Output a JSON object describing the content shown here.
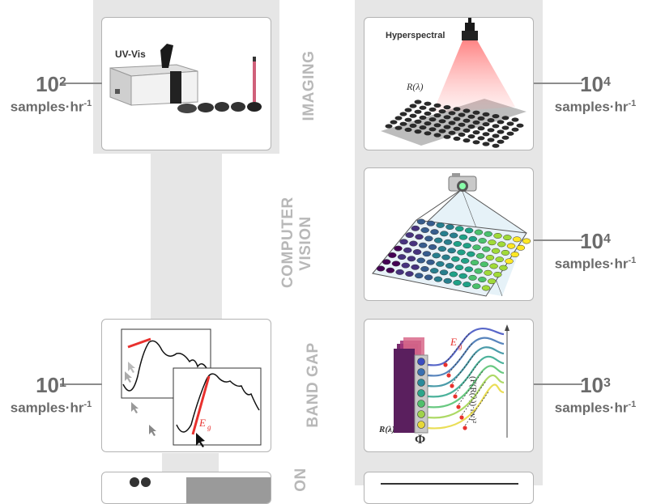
{
  "colors": {
    "band": "#e6e6e6",
    "panel_border": "#b3b3b3",
    "label_gray": "#b8b8b8",
    "rate_gray": "#6b6b6b",
    "accent_red": "#e8312e"
  },
  "sections": {
    "imaging": "IMAGING",
    "computer_vision_line1": "COMPUTER",
    "computer_vision_line2": "VISION",
    "band_gap": "BAND GAP",
    "next_partial": "ON"
  },
  "panels": {
    "uvvis_label": "UV-Vis",
    "hyperspectral_label": "Hyperspectral",
    "reflectance_symbol": "R(λ)",
    "bandgap_symbol": "E",
    "bandgap_subscript": "g",
    "phi_symbol": "Φ",
    "axis_formula": "(F(R(λ))·hν)²"
  },
  "rates": {
    "uvvis": {
      "base": "10",
      "exp": "2",
      "unit": "samples·hr",
      "unit_exp": "-1"
    },
    "imaging": {
      "base": "10",
      "exp": "4",
      "unit": "samples·hr",
      "unit_exp": "-1"
    },
    "vision": {
      "base": "10",
      "exp": "4",
      "unit": "samples·hr",
      "unit_exp": "-1"
    },
    "manual_bandgap": {
      "base": "10",
      "exp": "1",
      "unit": "samples·hr",
      "unit_exp": "-1"
    },
    "auto_bandgap": {
      "base": "10",
      "exp": "3",
      "unit": "samples·hr",
      "unit_exp": "-1"
    }
  }
}
